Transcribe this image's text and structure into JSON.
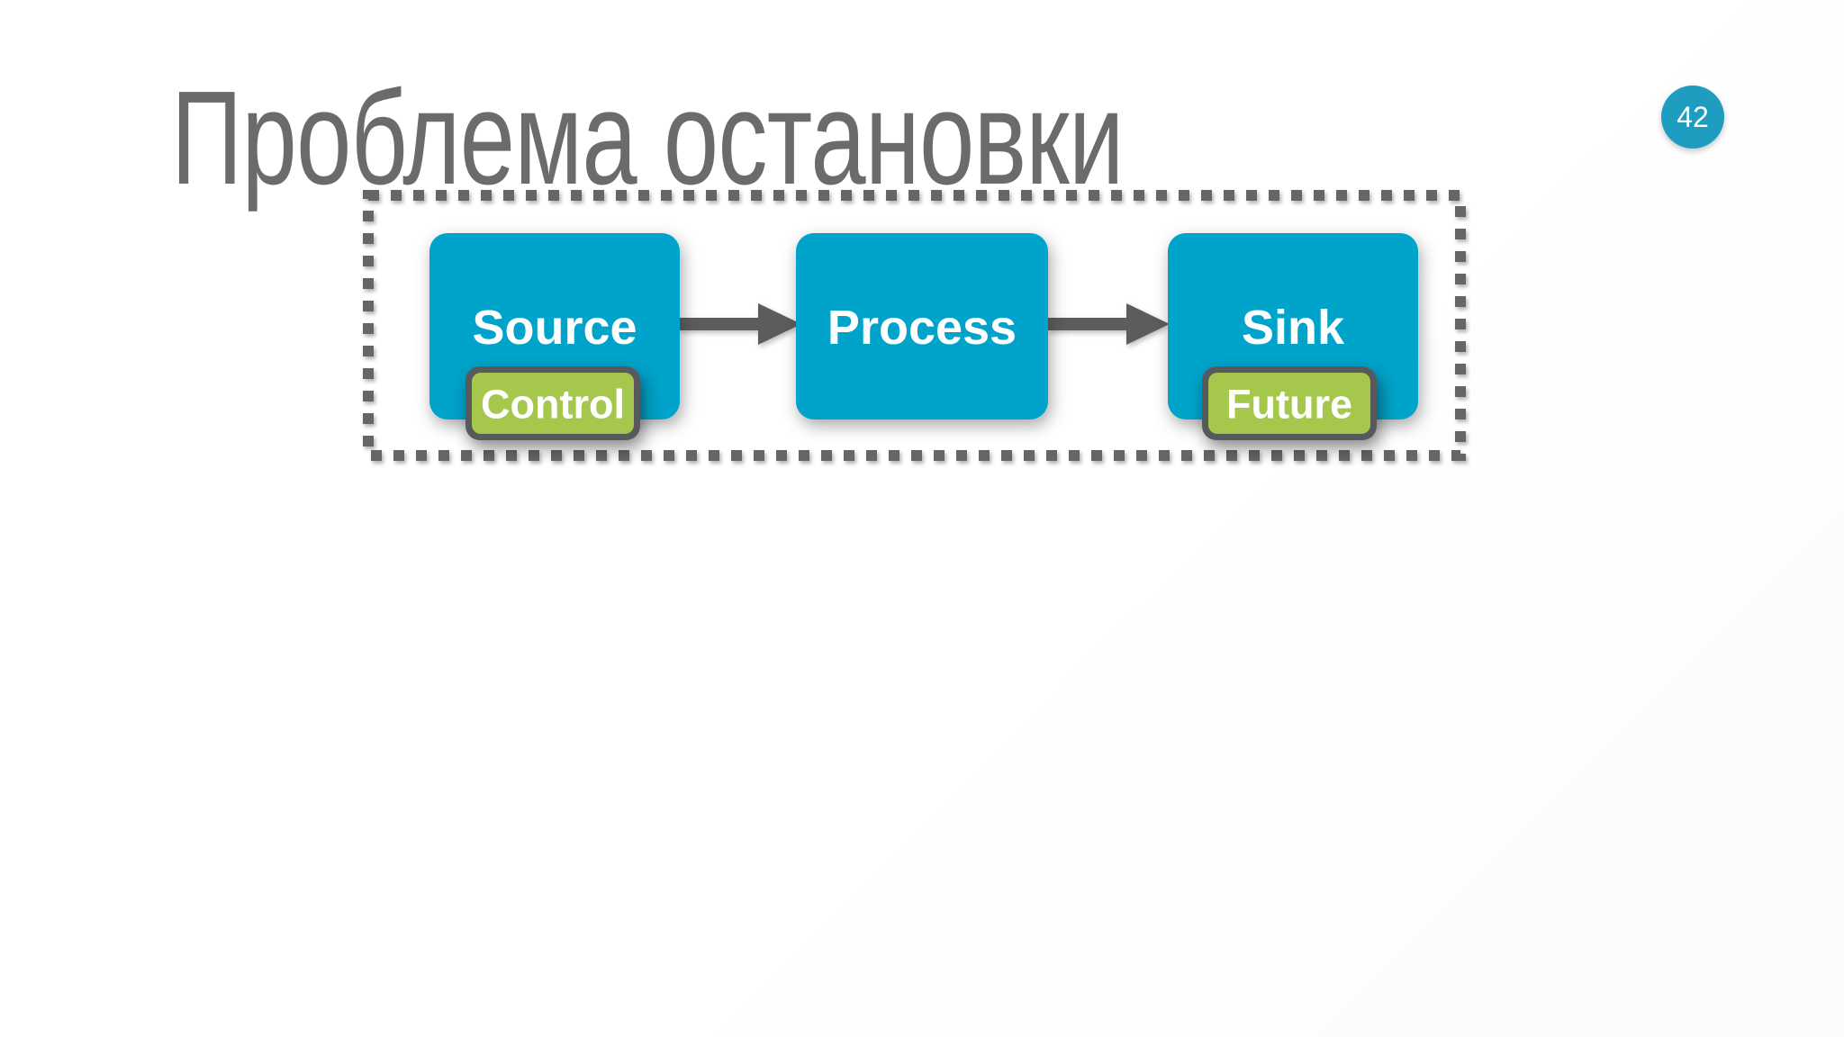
{
  "slide": {
    "title": "Проблема остановки",
    "page_number": "42"
  },
  "diagram": {
    "nodes": [
      {
        "label": "Source",
        "badge": "Control"
      },
      {
        "label": "Process",
        "badge": null
      },
      {
        "label": "Sink",
        "badge": "Future"
      }
    ],
    "flow": [
      {
        "from": "Source",
        "to": "Process"
      },
      {
        "from": "Process",
        "to": "Sink"
      }
    ]
  },
  "colors": {
    "title_text": "#6b6b6b",
    "page_badge_fill": "#1f9dc1",
    "node_fill": "#00a3c9",
    "badge_fill": "#a5c84c",
    "badge_border": "#58595c",
    "arrow": "#5b5c5e",
    "outline": "#666666",
    "label_text": "#ffffff"
  }
}
